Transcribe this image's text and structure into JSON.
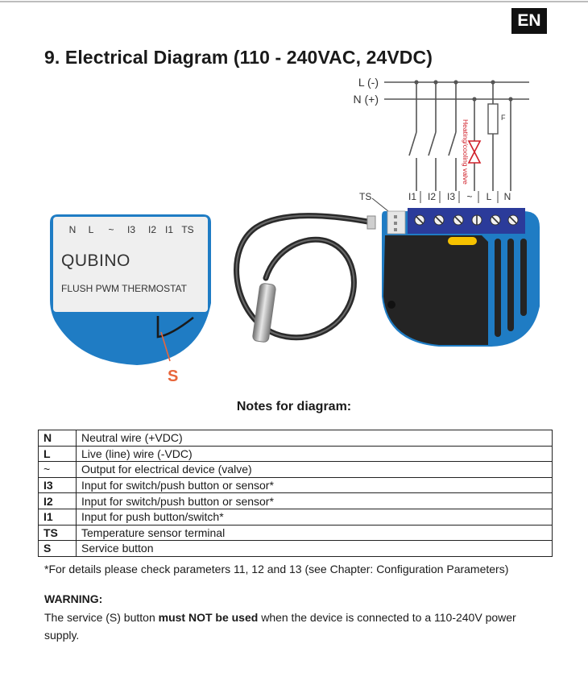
{
  "language_badge": "EN",
  "title": "9. Electrical Diagram (110 - 240VAC, 24VDC)",
  "diagram": {
    "supply_labels": {
      "live": "L (-)",
      "neutral": "N (+)"
    },
    "fuse_label": "F",
    "valve_label": "Heating/cooling valve",
    "sensor_label": "TS",
    "terminal_labels": [
      "I1",
      "I2",
      "I3",
      "~",
      "L",
      "N"
    ],
    "front_terminal_labels": [
      "N",
      "L",
      "~",
      "I3",
      "I2",
      "I1",
      "TS"
    ],
    "brand": "QUBINO",
    "model": "FLUSH PWM THERMOSTAT",
    "service_button_label": "S"
  },
  "notes": {
    "heading": "Notes for diagram:",
    "rows": [
      {
        "symbol": "N",
        "description": "Neutral wire (+VDC)"
      },
      {
        "symbol": "L",
        "description": "Live (line) wire (-VDC)"
      },
      {
        "symbol": "~",
        "description": "Output for electrical device (valve)"
      },
      {
        "symbol": "I3",
        "description": "Input for switch/push button or sensor*"
      },
      {
        "symbol": "I2",
        "description": "Input for switch/push button or sensor*"
      },
      {
        "symbol": "I1",
        "description": "Input for push button/switch*"
      },
      {
        "symbol": "TS",
        "description": "Temperature sensor terminal"
      },
      {
        "symbol": "S",
        "description": "Service button"
      }
    ],
    "footnote": "*For details please check parameters 11, 12 and 13 (see Chapter: Configuration Parameters)"
  },
  "warning": {
    "heading": "WARNING:",
    "text_before": "The service (S) button ",
    "text_bold": "must NOT be used",
    "text_after": " when the device is connected to a 110-240V power supply."
  },
  "colors": {
    "device_blue": "#1f7cc4",
    "terminal_block": "#2b3b9a",
    "valve_red": "#d0202a",
    "service_orange": "#e8663c",
    "led_yellow": "#f6c200"
  }
}
